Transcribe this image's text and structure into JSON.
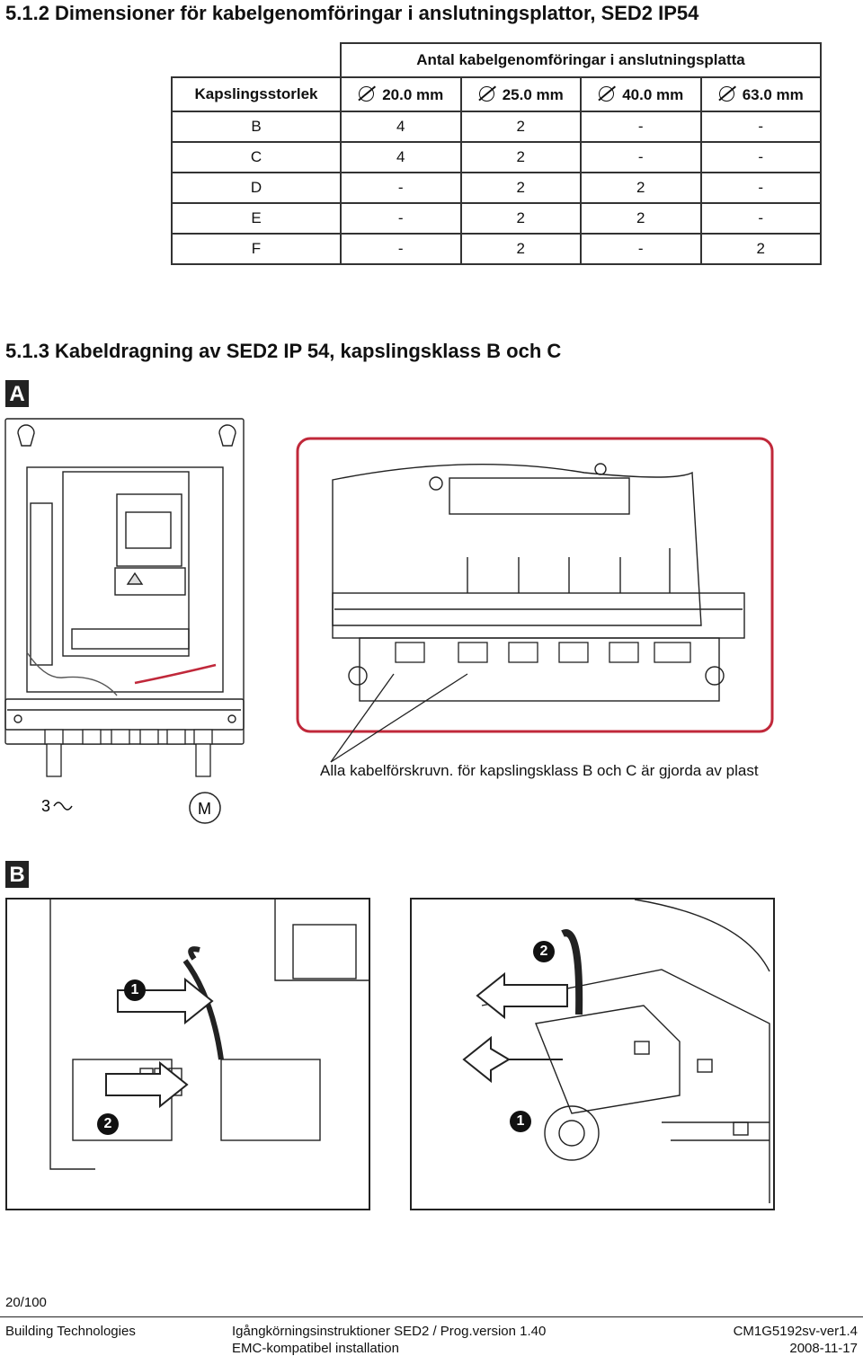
{
  "section_512": {
    "heading": "5.1.2 Dimensioner för kabelgenomföringar i anslutningsplattor, SED2 IP54"
  },
  "table": {
    "group_header": "Antal kabelgenomföringar i anslutningsplatta",
    "row_header_label": "Kapslingsstorlek",
    "columns": [
      "20.0 mm",
      "25.0 mm",
      "40.0 mm",
      "63.0 mm"
    ],
    "rows": [
      {
        "size": "B",
        "values": [
          "4",
          "2",
          "-",
          "-"
        ]
      },
      {
        "size": "C",
        "values": [
          "4",
          "2",
          "-",
          "-"
        ]
      },
      {
        "size": "D",
        "values": [
          "-",
          "2",
          "2",
          "-"
        ]
      },
      {
        "size": "E",
        "values": [
          "-",
          "2",
          "2",
          "-"
        ]
      },
      {
        "size": "F",
        "values": [
          "-",
          "2",
          "-",
          "2"
        ]
      }
    ]
  },
  "section_513": {
    "heading": "5.1.3 Kabeldragning av SED2 IP 54, kapslingsklass B och C"
  },
  "figure_a": {
    "label": "A",
    "caption": "Alla kabelförskruvn. för kapslingsklass B och C är gjorda av plast",
    "supply_label": "3",
    "motor_label": "M",
    "highlight_color": "#c0283a"
  },
  "figure_b": {
    "label": "B",
    "left_panel": {
      "marker_1": "1",
      "marker_2": "2"
    },
    "right_panel": {
      "marker_1": "1",
      "marker_2": "2"
    }
  },
  "footer": {
    "page": "20/100",
    "company": "Building Technologies",
    "doc_title": "Igångkörningsinstruktioner SED2 / Prog.version 1.40",
    "doc_subtitle": "EMC-kompatibel installation",
    "doc_id": "CM1G5192sv-ver1.4",
    "date": "2008-11-17"
  }
}
